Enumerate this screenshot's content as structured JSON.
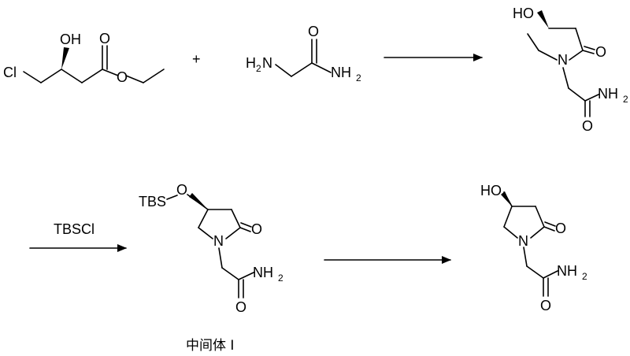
{
  "reaction_1": {
    "reactant_1": {
      "cl": "Cl",
      "oh": "OH",
      "o_ester": "O",
      "o_carbonyl": "O"
    },
    "plus": "+",
    "reactant_2": {
      "h2n": "H",
      "h2n_n": "N",
      "nh2": "NH",
      "o": "O",
      "sub2": "2"
    },
    "product": {
      "ho": "HO",
      "n": "N",
      "o_ring": "O",
      "nh2": "NH",
      "o_amide": "O",
      "sub2": "2"
    }
  },
  "reaction_2": {
    "reagent": "TBSCl",
    "product": {
      "tbs": "TBS",
      "o_tbs": "O",
      "n": "N",
      "o_ring": "O",
      "nh2": "NH",
      "o_amide": "O",
      "sub2": "2"
    },
    "caption": "中间体 I"
  },
  "reaction_3": {
    "product": {
      "ho": "HO",
      "n": "N",
      "o_ring": "O",
      "nh2": "NH",
      "o_amide": "O",
      "sub2": "2"
    }
  }
}
